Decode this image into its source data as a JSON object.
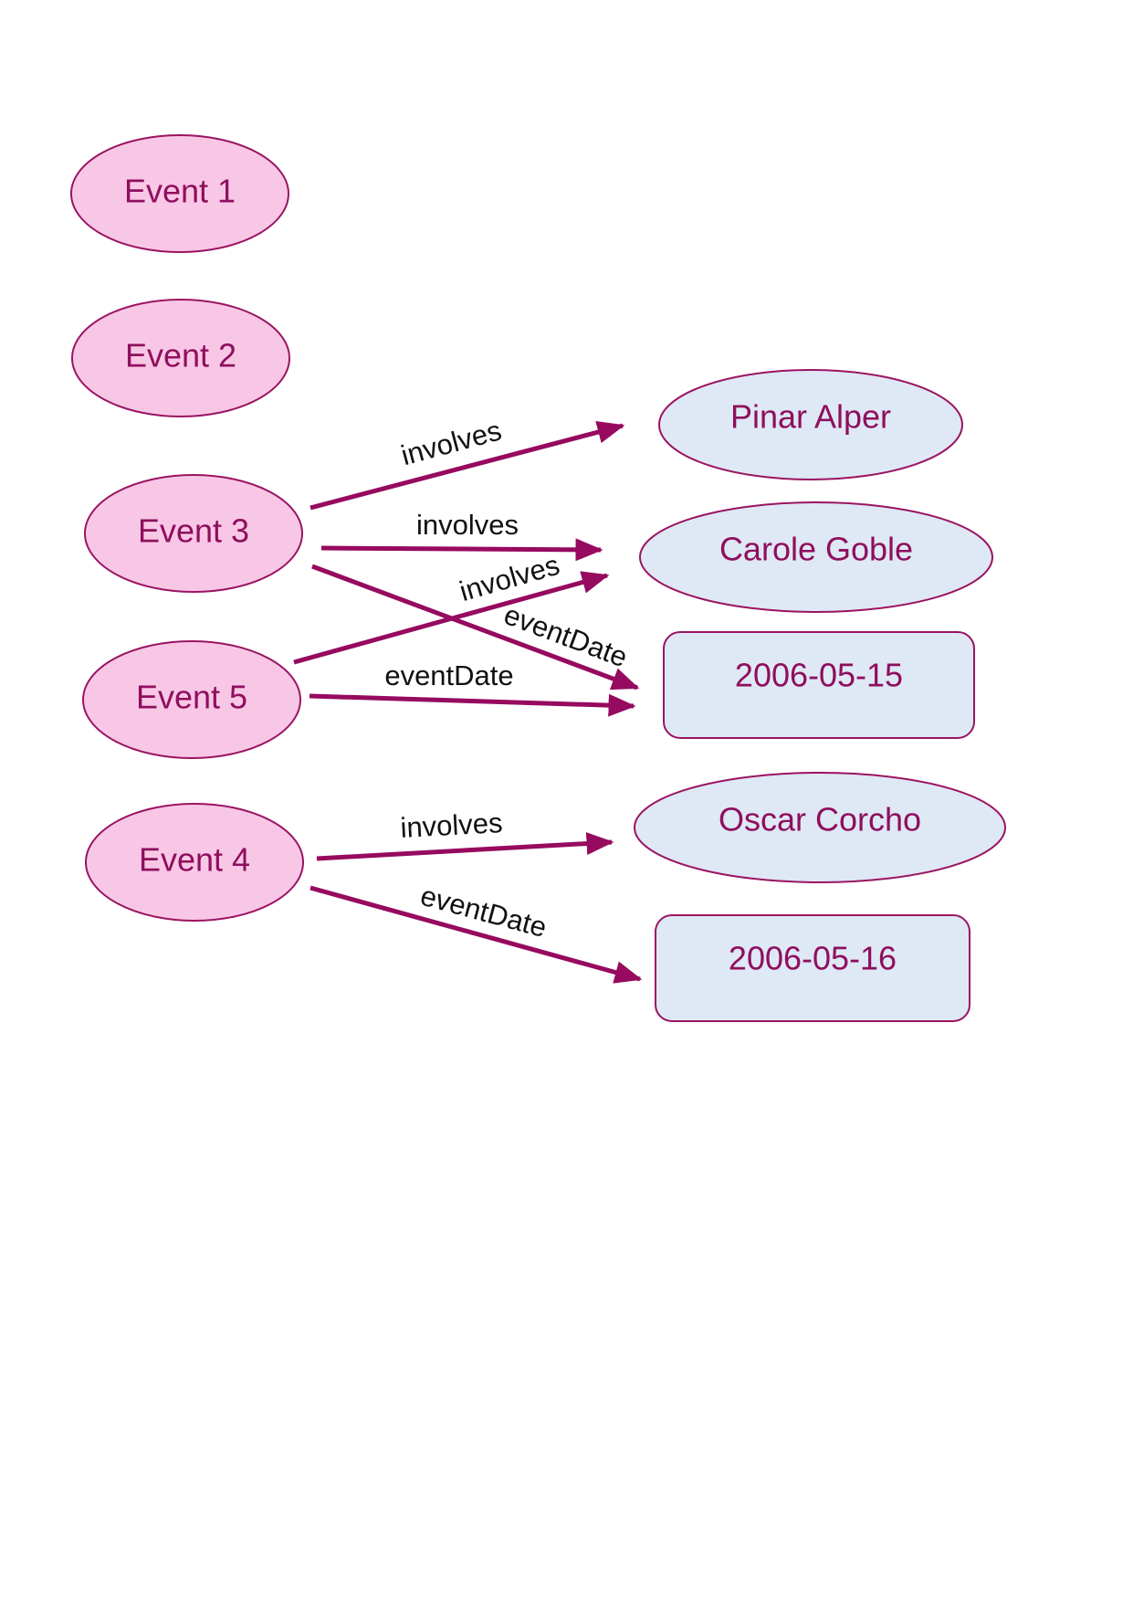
{
  "diagram": {
    "events": [
      {
        "id": "event1",
        "label": "Event 1"
      },
      {
        "id": "event2",
        "label": "Event 2"
      },
      {
        "id": "event3",
        "label": "Event 3"
      },
      {
        "id": "event5",
        "label": "Event 5"
      },
      {
        "id": "event4",
        "label": "Event 4"
      }
    ],
    "people": [
      {
        "id": "pinar",
        "label": "Pinar Alper"
      },
      {
        "id": "carole",
        "label": "Carole Goble"
      },
      {
        "id": "oscar",
        "label": "Oscar Corcho"
      }
    ],
    "dates": [
      {
        "id": "date1",
        "label": "2006-05-15"
      },
      {
        "id": "date2",
        "label": "2006-05-16"
      }
    ],
    "edges": [
      {
        "from": "Event 3",
        "to": "Pinar Alper",
        "label": "involves"
      },
      {
        "from": "Event 3",
        "to": "Carole Goble",
        "label": "involves"
      },
      {
        "from": "Event 3",
        "to": "2006-05-15",
        "label": "eventDate"
      },
      {
        "from": "Event 5",
        "to": "Carole Goble",
        "label": "involves"
      },
      {
        "from": "Event 5",
        "to": "2006-05-15",
        "label": "eventDate"
      },
      {
        "from": "Event 4",
        "to": "Oscar Corcho",
        "label": "involves"
      },
      {
        "from": "Event 4",
        "to": "2006-05-16",
        "label": "eventDate"
      }
    ],
    "colors": {
      "event_fill": "#f9c7e6",
      "entity_fill": "#dfe8f5",
      "outline": "#9a1462",
      "arrow": "#960a5f",
      "node_text": "#8e0f5e",
      "edge_text": "#111111"
    }
  }
}
